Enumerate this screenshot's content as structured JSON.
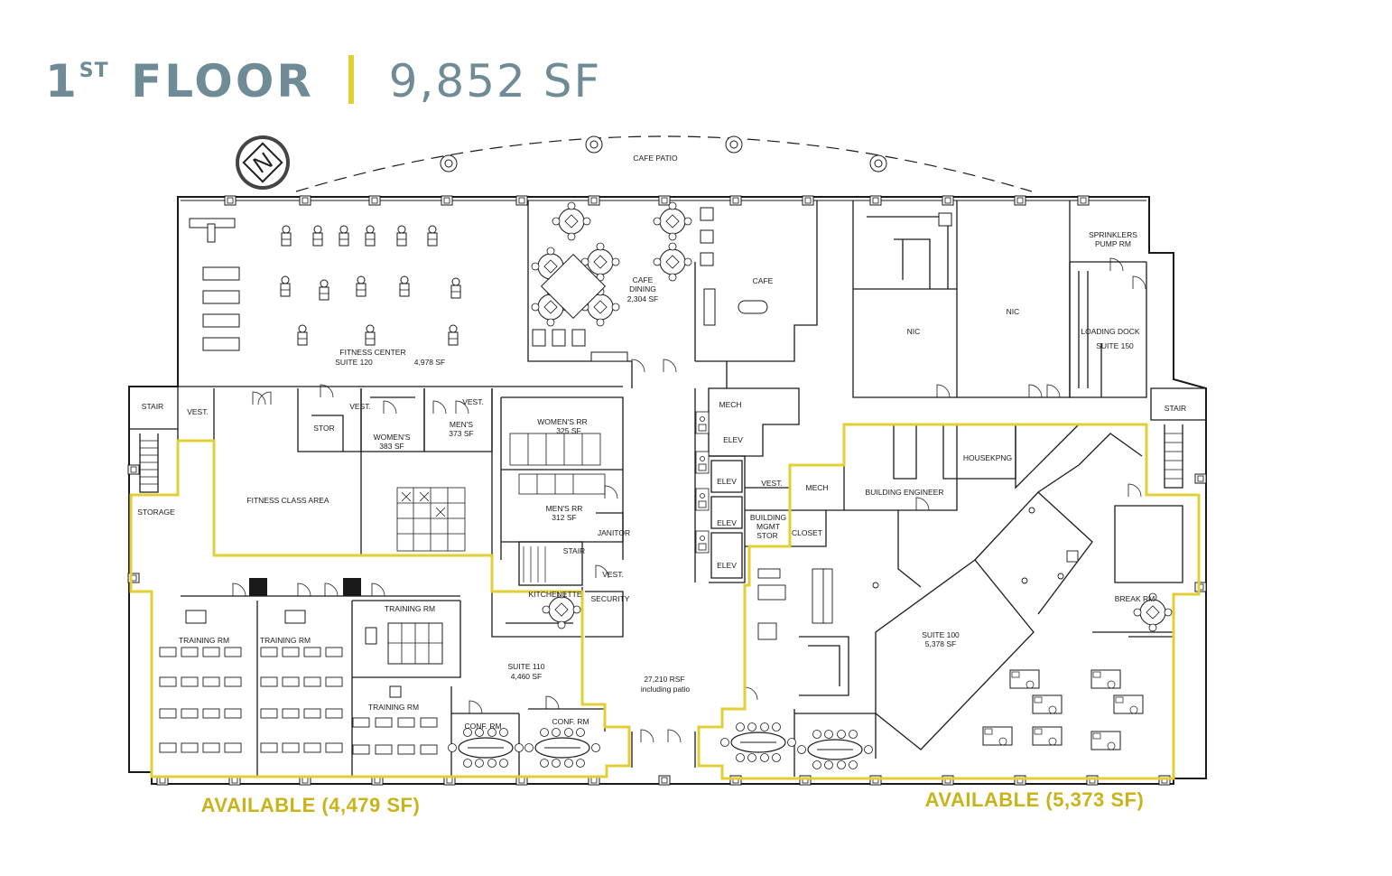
{
  "title": {
    "floor_number": "1",
    "floor_suffix": "ST",
    "floor_word": "FLOOR",
    "area": "9,852 SF"
  },
  "compass_icon": "north-arrow-icon",
  "colors": {
    "title": "#6f8b96",
    "accent": "#e2cf37",
    "available_text": "#c9b31b",
    "lines": "#1a1a1a"
  },
  "rooms": {
    "cafe_patio": "CAFE PATIO",
    "fitness_center": "FITNESS CENTER",
    "fitness_suite": "SUITE 120",
    "fitness_sf": "4,978 SF",
    "cafe_dining": "CAFE",
    "cafe_dining_2": "DINING",
    "cafe_dining_sf": "2,304 SF",
    "cafe": "CAFE",
    "nic_1": "NIC",
    "nic_2": "NIC",
    "sprinklers_1": "SPRINKLERS",
    "sprinklers_2": "PUMP RM",
    "loading_dock": "LOADING DOCK",
    "loading_suite": "SUITE 150",
    "stair_left": "STAIR",
    "vest_left": "VEST.",
    "stor": "STOR",
    "vest_2": "VEST.",
    "vest_3": "VEST.",
    "womens": "WOMEN'S",
    "womens_sf": "383 SF",
    "mens": "MEN'S",
    "mens_sf": "373 SF",
    "womens_rr": "WOMEN'S RR",
    "womens_rr_sf": "325 SF",
    "mens_rr": "MEN'S RR",
    "mens_rr_sf": "312 SF",
    "janitor": "JANITOR",
    "stair_mid": "STAIR",
    "vest_mid": "VEST.",
    "mech_top": "MECH",
    "elev_1": "ELEV",
    "elev_2": "ELEV",
    "elev_3": "ELEV",
    "elev_4": "ELEV",
    "vest_elev": "VEST.",
    "bldg_mgmt_1": "BUILDING",
    "bldg_mgmt_2": "MGMT",
    "bldg_mgmt_3": "STOR",
    "closet": "CLOSET",
    "mech_right": "MECH",
    "building_engineer": "BUILDING ENGINEER",
    "housekpng": "HOUSEKPNG",
    "stair_right": "STAIR",
    "break_rm": "BREAK RM",
    "suite_100": "SUITE 100",
    "suite_100_sf": "5,378 SF",
    "storage": "STORAGE",
    "fitness_class": "FITNESS CLASS AREA",
    "training_1": "TRAINING RM",
    "training_2": "TRAINING RM",
    "training_3": "TRAINING RM",
    "training_4": "TRAINING RM",
    "kitchenette": "KITCHENETTE",
    "security": "SECURITY",
    "suite_110": "SUITE 110",
    "suite_110_sf": "4,460 SF",
    "conf_1": "CONF. RM",
    "conf_2": "CONF. RM",
    "rsf": "27,210 RSF",
    "rsf_note": "including patio"
  },
  "available_left": "AVAILABLE (4,479 SF)",
  "available_right": "AVAILABLE (5,373 SF)"
}
